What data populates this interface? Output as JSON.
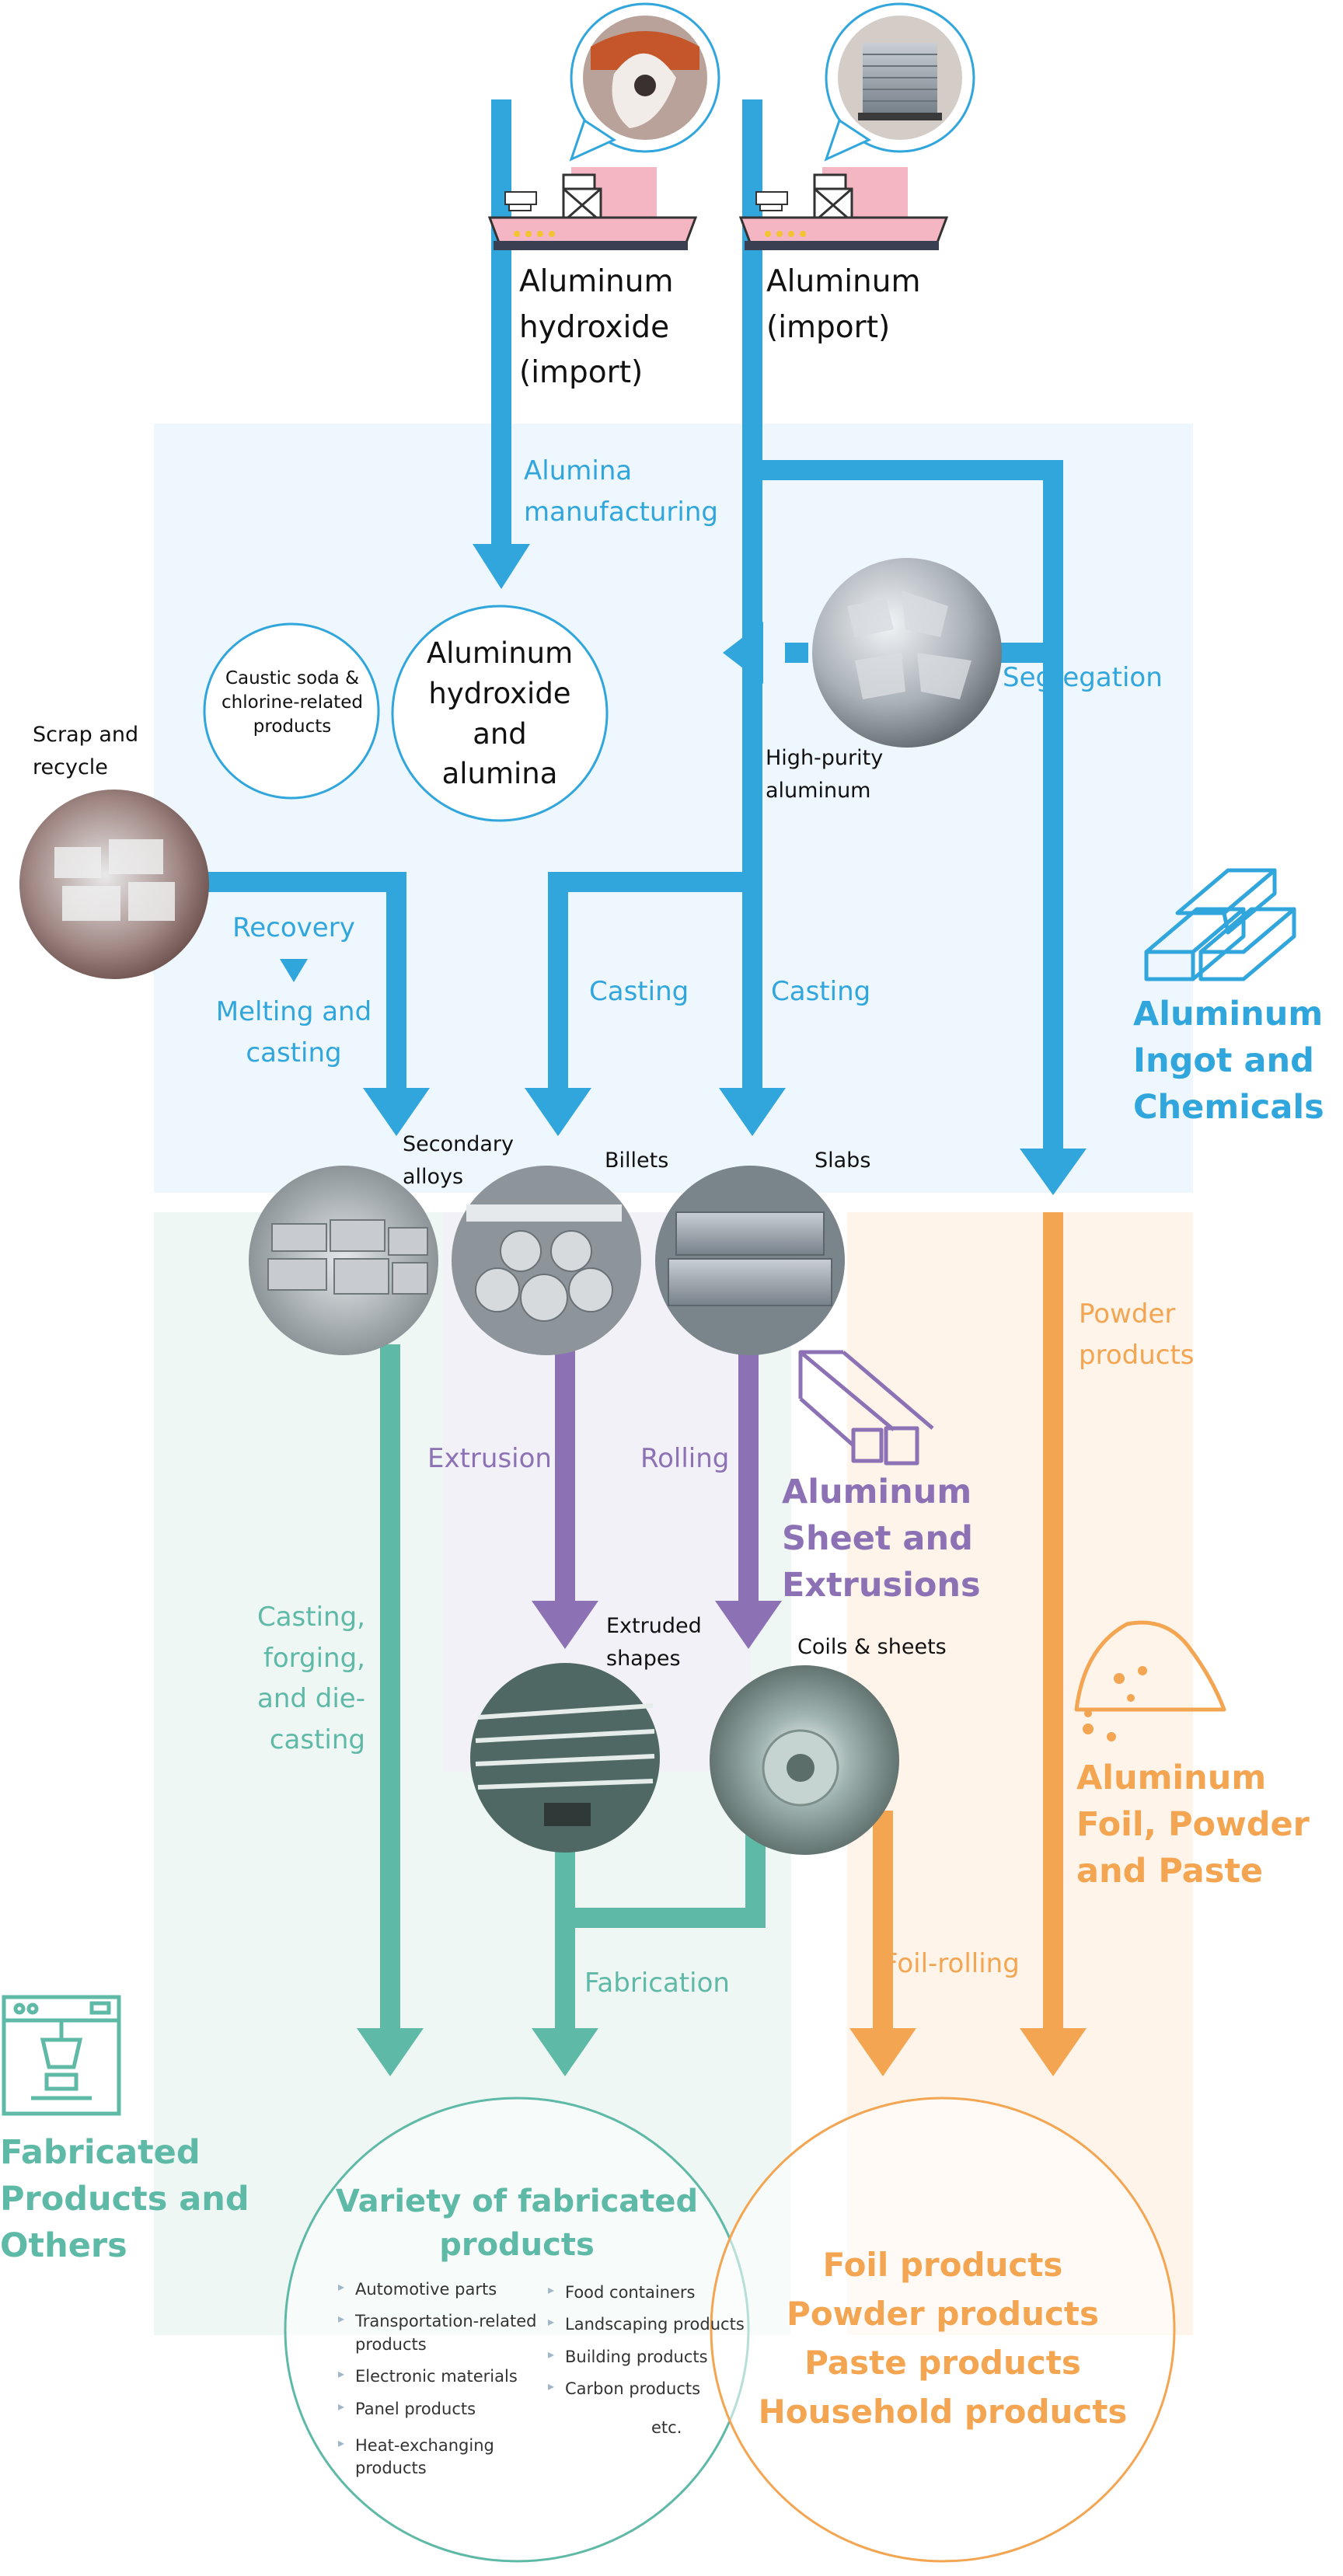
{
  "sources": {
    "hydroxide_import": "Aluminum hydroxide (import)",
    "aluminum_import": "Aluminum (import)"
  },
  "processes": {
    "alumina_manufacturing": "Alumina manufacturing",
    "segregation": "Segregation",
    "recovery": "Recovery",
    "melting_casting": "Melting and casting",
    "casting_left": "Casting",
    "casting_right": "Casting",
    "extrusion": "Extrusion",
    "rolling": "Rolling",
    "casting_forging": "Casting, forging, and die-casting",
    "fabrication": "Fabrication",
    "foil_rolling": "Foil-rolling",
    "powder_products": "Powder products"
  },
  "nodes": {
    "caustic_soda": "Caustic soda & chlorine-related products",
    "hydroxide_alumina": "Aluminum hydroxide and alumina",
    "high_purity": "High-purity aluminum",
    "scrap_recycle": "Scrap and recycle",
    "secondary_alloys": "Secondary alloys",
    "billets": "Billets",
    "slabs": "Slabs",
    "extruded_shapes": "Extruded shapes",
    "coils_sheets": "Coils & sheets"
  },
  "sections": {
    "ingot": "Aluminum Ingot and Chemicals",
    "sheet": "Aluminum Sheet and Extrusions",
    "foil": "Aluminum Foil, Powder and Paste",
    "fabricated": "Fabricated Products and Others"
  },
  "fabricated_circle": {
    "title": "Variety of fabricated products",
    "left_items": [
      "Automotive parts",
      "Transportation-related products",
      "Electronic materials",
      "Panel products",
      "Heat-exchanging products"
    ],
    "right_items": [
      "Food containers",
      "Landscaping products",
      "Building products",
      "Carbon products"
    ],
    "etc": "etc."
  },
  "foil_circle": {
    "items": [
      "Foil products",
      "Powder products",
      "Paste products",
      "Household products"
    ]
  },
  "colors": {
    "blue": "#31a6dc",
    "purple": "#8c72b5",
    "teal": "#5fb9a7",
    "orange": "#f3a552"
  }
}
